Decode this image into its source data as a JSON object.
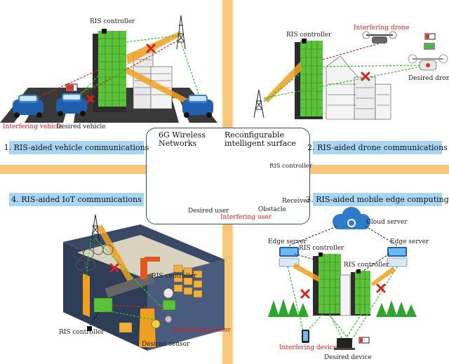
{
  "center": {
    "title_6g": [
      "6G Wireless",
      "Networks"
    ],
    "title_ris": [
      "Reconfigurable",
      "intelligent surface"
    ],
    "ris_controller": "RIS controller",
    "desired_user": "Desired user",
    "interfering_user": "Interfering user",
    "obstacle": "Obstacle",
    "receiver": "Receiver"
  },
  "panels": {
    "vehicle": "1. RIS-aided vehicle communications",
    "drone": "2. RIS-aided drone communications",
    "edge": "3. RIS-aided mobile edge computing",
    "iot": "4. RIS-aided IoT communications"
  },
  "vehicle": {
    "ris_controller": "RIS controller",
    "interfering_vehicle": "Interfering vehicle",
    "desired_vehicle": "Desired vehicle"
  },
  "drone": {
    "ris_controller": "RIS controller",
    "interfering_drone": "Interfering drone",
    "desired_drone": "Desired drone"
  },
  "iot": {
    "ris_controller_left": "RIS controller",
    "ris_controller_top": "RIS controller",
    "desired_sensor": "Desired sensor",
    "interfering_sensor": "Interfering sensor"
  },
  "edge": {
    "cloud_server": "Cloud server",
    "edge_server_left": "Edge server",
    "edge_server_right": "Edge server",
    "ris_controller_left": "RIS controller",
    "ris_controller_right": "RIS controller",
    "interfering_device": "Interfering device",
    "desired_device": "Desired device"
  },
  "colors": {
    "divider": "#f5c77a",
    "panel_bg": "#a8d6f2",
    "box_border": "#2b4d8c",
    "desired_link": "#2bbf2b",
    "interfering_link": "#d42020",
    "beam": "#f0a020",
    "ris_green": "#5cc23a"
  }
}
